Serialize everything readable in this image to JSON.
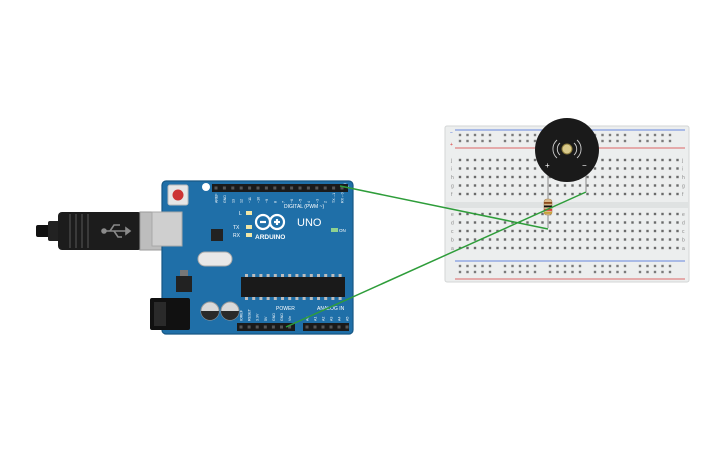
{
  "circuit": {
    "arduino": {
      "brand": "ARDUINO",
      "model": "UNO",
      "digital_header_label": "DIGITAL (PWM ~)",
      "power_label": "POWER",
      "analog_label": "ANALOG IN",
      "on_label": "ON",
      "led_labels": [
        "L",
        "TX",
        "RX"
      ],
      "digital_pins": [
        "AREF",
        "GND",
        "13",
        "12",
        "~11",
        "~10",
        "~9",
        "8",
        "7",
        "~6",
        "~5",
        "4",
        "~3",
        "2",
        "TX→1",
        "RX←0"
      ],
      "power_pins": [
        "IOREF",
        "RESET",
        "3.3V",
        "5V",
        "GND",
        "GND",
        "Vin"
      ],
      "analog_pins": [
        "A0",
        "A1",
        "A2",
        "A3",
        "A4",
        "A5"
      ]
    },
    "breadboard": {
      "row_letters_top": [
        "j",
        "i",
        "h",
        "g",
        "f"
      ],
      "row_letters_bottom": [
        "e",
        "d",
        "c",
        "b",
        "a"
      ],
      "rail_plus": "+",
      "rail_minus": "−"
    },
    "buzzer": {
      "plus_label": "+",
      "minus_label": "−"
    },
    "colors": {
      "board_blue": "#1f6fa8",
      "wire_green": "#2e9d3a",
      "rail_red": "#d93a3a",
      "rail_blue": "#3a62d9",
      "breadboard": "#eceeee"
    }
  }
}
